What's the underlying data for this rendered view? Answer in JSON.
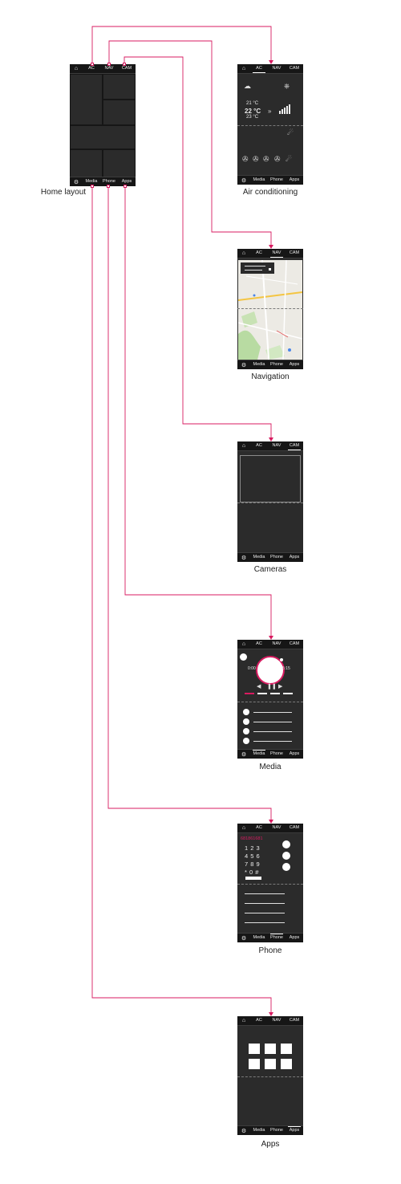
{
  "tabs": {
    "ac": "AC",
    "nav": "NAV",
    "cam": "CAM",
    "media": "Media",
    "phone": "Phone",
    "apps": "Apps"
  },
  "icons": {
    "home": "home-icon",
    "settings": "gear-icon"
  },
  "captions": {
    "home": "Home layout",
    "ac": "Air conditioning",
    "nav": "Navigation",
    "cam": "Cameras",
    "media": "Media",
    "phone": "Phone",
    "apps": "Apps"
  },
  "ac_screen": {
    "temp_top": "21 °C",
    "temp_main": "22 °C",
    "temp_bottom": "23 °C",
    "fan": "»"
  },
  "media_screen": {
    "time_elapsed": "0:00",
    "time_total": "5:15"
  },
  "phone_screen": {
    "number": "681861681",
    "keypad_rows": [
      "1 2 3",
      "4 5 6",
      "7 8 9",
      "* 0 #"
    ]
  },
  "colors": {
    "accent": "#d81b60",
    "screen_bg": "#2b2b2b",
    "bar_bg": "#161616"
  }
}
